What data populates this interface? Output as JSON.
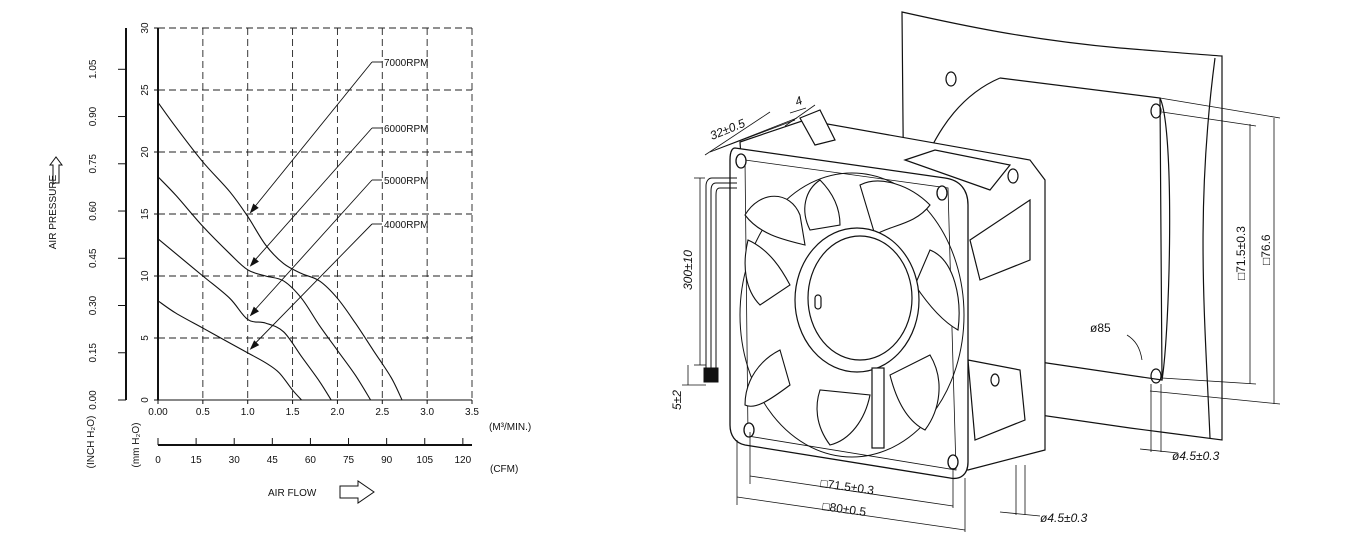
{
  "chart_data": {
    "type": "line",
    "ylabel": "AIR PRESSURE",
    "xlabel": "AIR FLOW",
    "x_unit_primary": "(M³/MIN.)",
    "x_unit_secondary": "(CFM)",
    "y_unit_primary": "(mm H₂O)",
    "y_unit_secondary": "(INCH H₂O)",
    "xlim": [
      0,
      3.5
    ],
    "ylim": [
      0,
      30
    ],
    "x_ticks": [
      "0.00",
      "0.5",
      "1.0",
      "1.5",
      "2.0",
      "2.5",
      "3.0",
      "3.5"
    ],
    "y_ticks": [
      "0",
      "5",
      "10",
      "15",
      "20",
      "25",
      "30"
    ],
    "cfm_ticks": [
      "0",
      "15",
      "30",
      "45",
      "60",
      "75",
      "90",
      "105",
      "120"
    ],
    "inch_ticks": [
      "0.00",
      "0.15",
      "0.30",
      "0.45",
      "0.60",
      "0.75",
      "0.90",
      "1.05"
    ],
    "grid": true,
    "series": [
      {
        "name": "7000RPM",
        "x": [
          0,
          0.2,
          0.5,
          0.8,
          1.0,
          1.2,
          1.4,
          1.6,
          1.8,
          2.0,
          2.2,
          2.4,
          2.6,
          2.72
        ],
        "y": [
          24.0,
          22.0,
          19.2,
          16.8,
          14.8,
          12.5,
          11.0,
          10.2,
          9.6,
          8.2,
          6.2,
          4.0,
          1.8,
          0.0
        ]
      },
      {
        "name": "6000RPM",
        "x": [
          0,
          0.2,
          0.5,
          0.8,
          1.0,
          1.2,
          1.4,
          1.6,
          1.8,
          2.0,
          2.2,
          2.37
        ],
        "y": [
          18.0,
          16.5,
          14.0,
          11.8,
          10.5,
          10.0,
          9.6,
          8.2,
          6.0,
          4.0,
          2.0,
          0.0
        ]
      },
      {
        "name": "5000RPM",
        "x": [
          0,
          0.2,
          0.5,
          0.8,
          1.0,
          1.2,
          1.4,
          1.6,
          1.8,
          1.93
        ],
        "y": [
          13.0,
          11.8,
          10.0,
          8.2,
          6.5,
          6.2,
          5.5,
          3.5,
          1.5,
          0.0
        ]
      },
      {
        "name": "4000RPM",
        "x": [
          0,
          0.2,
          0.5,
          0.8,
          1.0,
          1.2,
          1.35,
          1.5,
          1.6
        ],
        "y": [
          8.0,
          7.0,
          5.8,
          4.6,
          3.8,
          3.0,
          2.2,
          0.8,
          0.0
        ]
      }
    ],
    "annotations": [
      "7000RPM",
      "6000RPM",
      "5000RPM",
      "4000RPM"
    ]
  },
  "drawing": {
    "dims": {
      "depth": "32±0.5",
      "flange": "4",
      "lead_length": "300±10",
      "lead_strip": "5±2",
      "hole_pitch": "□71.5±0.3",
      "frame_size": "□80±0.5",
      "hole_dia": "ø4.5±0.3",
      "cutout_pitch": "□71.5±0.3",
      "cutout_size": "□76.6",
      "cutout_dia": "ø85",
      "cutout_hole_dia": "ø4.5±0.3"
    }
  }
}
